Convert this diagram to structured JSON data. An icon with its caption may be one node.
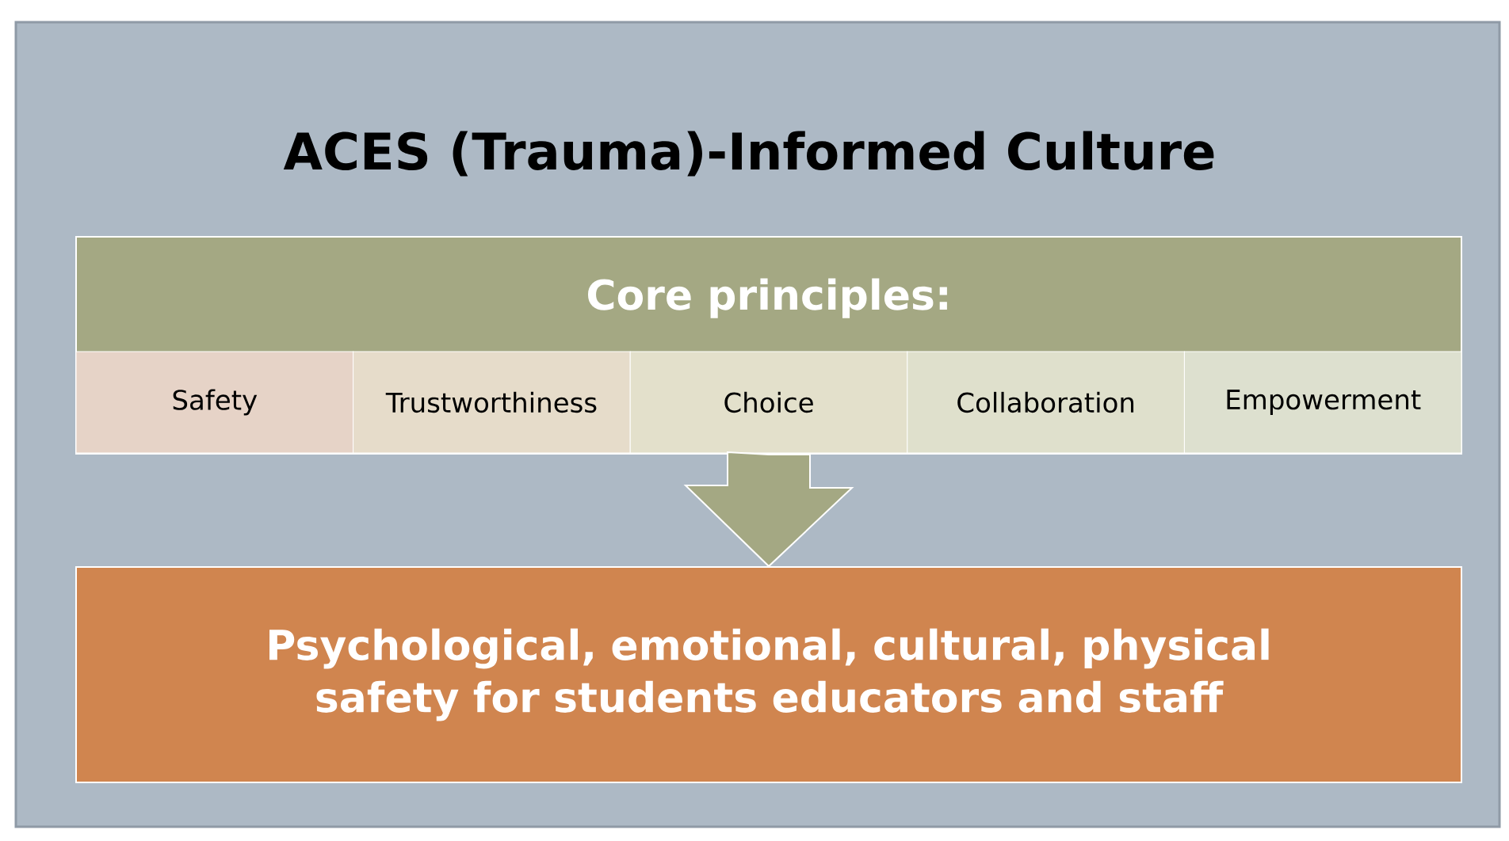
{
  "diagram": {
    "title": "ACES (Trauma)-Informed Culture",
    "nodes": [
      {
        "text": [
          "Core principles:"
        ]
      },
      {
        "text": [
          "Safety"
        ],
        "in": 0
      },
      {
        "text": [
          "Trustworthiness"
        ],
        "in": 0
      },
      {
        "text": [
          "Choice"
        ],
        "in": 0
      },
      {
        "text": [
          "Collaboration"
        ],
        "in": 0
      },
      {
        "text": [
          "Empowerment"
        ],
        "in": 0
      },
      {
        "text": [
          "Psychological, emotional, cultural, physical safety for students educators and staff"
        ]
      }
    ],
    "edges": [
      {
        "from": 0,
        "to": 6,
        "arrow": "to",
        "style": "thick",
        "color": "#a4a883"
      }
    ]
  }
}
